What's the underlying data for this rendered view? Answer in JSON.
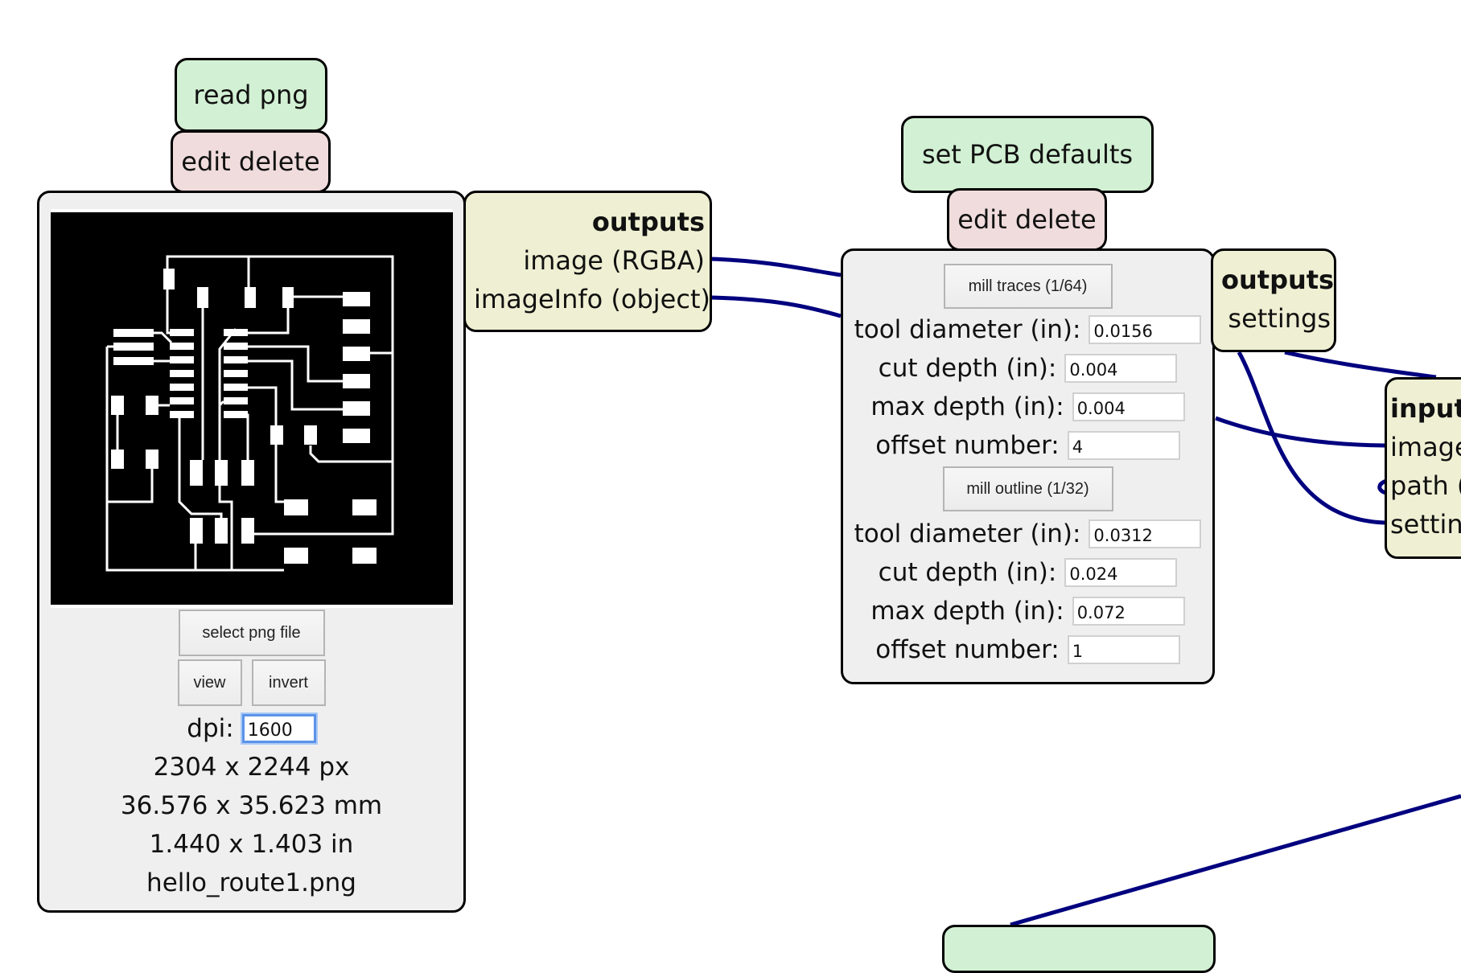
{
  "read_png": {
    "title": "read png",
    "actions": "edit delete",
    "buttons": {
      "select": "select png file",
      "view": "view",
      "invert": "invert"
    },
    "dpi_label": "dpi:",
    "dpi_value": "1600",
    "size_px": "2304 x 2244 px",
    "size_mm": "36.576 x 35.623 mm",
    "size_in": "1.440 x 1.403 in",
    "filename": "hello_route1.png",
    "outputs": {
      "title": "outputs",
      "items": [
        "image (RGBA)",
        "imageInfo (object)"
      ]
    }
  },
  "pcb_defaults": {
    "title": "set PCB defaults",
    "actions": "edit delete",
    "traces": {
      "button": "mill traces (1/64)",
      "fields": [
        {
          "label": "tool diameter (in):",
          "value": "0.0156"
        },
        {
          "label": "cut depth (in):",
          "value": "0.004"
        },
        {
          "label": "max depth (in):",
          "value": "0.004"
        },
        {
          "label": "offset number:",
          "value": "4"
        }
      ]
    },
    "outline": {
      "button": "mill outline (1/32)",
      "fields": [
        {
          "label": "tool diameter (in):",
          "value": "0.0312"
        },
        {
          "label": "cut depth (in):",
          "value": "0.024"
        },
        {
          "label": "max depth (in):",
          "value": "0.072"
        },
        {
          "label": "offset number:",
          "value": "1"
        }
      ]
    },
    "outputs": {
      "title": "outputs",
      "items": [
        "settings"
      ]
    }
  },
  "next_module": {
    "inputs": {
      "title": "inputs",
      "items": [
        "image",
        "path (",
        "settings"
      ]
    }
  },
  "colors": {
    "wire": "#00007f",
    "module_title_bg": "#d2f0d3",
    "actions_bg": "#f0dcdc",
    "ports_bg": "#eff0d3",
    "panel_bg": "#efefef",
    "focus_ring": "#5b93e8"
  }
}
